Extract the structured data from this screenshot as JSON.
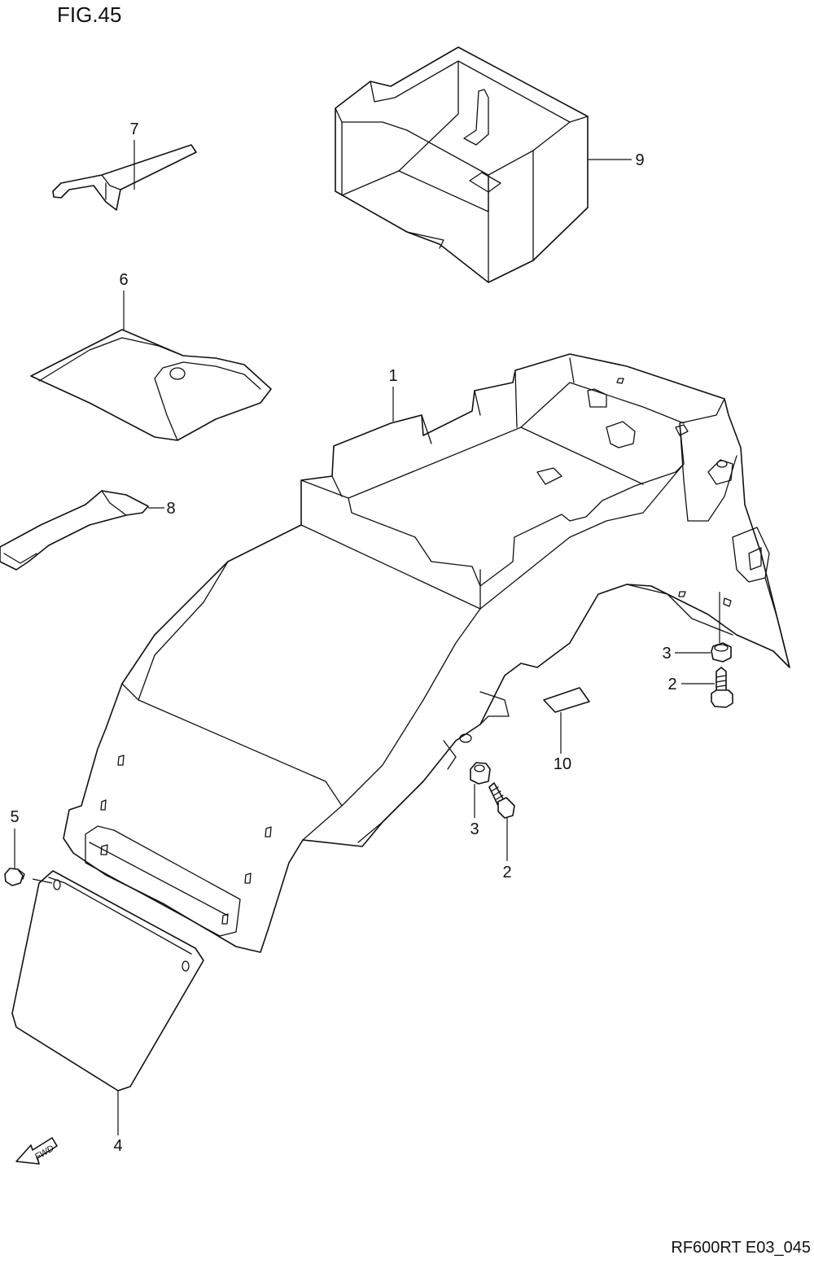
{
  "figure": {
    "title": "FIG.45",
    "drawing_code": "RF600RT E03_045",
    "fwd_label": "FWD"
  },
  "callouts": {
    "c1": "1",
    "c2a": "2",
    "c2b": "2",
    "c3a": "3",
    "c3b": "3",
    "c4": "4",
    "c5": "5",
    "c6": "6",
    "c7": "7",
    "c8": "8",
    "c9": "9",
    "c10": "10"
  }
}
